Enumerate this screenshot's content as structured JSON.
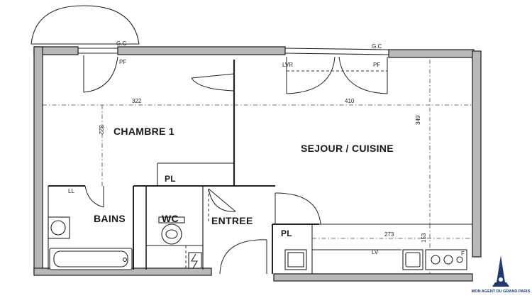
{
  "rooms": {
    "chambre": "CHAMBRE 1",
    "sejour": "SEJOUR / CUISINE",
    "bains": "BAINS",
    "wc": "WC",
    "entree": "ENTREE",
    "pl_top": "PL",
    "pl_bottom": "PL"
  },
  "tags": {
    "gc_left": "G.C",
    "gc_right": "G.C",
    "pf_left": "PF",
    "lvr": "LVR",
    "pf_right": "PF",
    "ll": "LL",
    "lv": "LV",
    "f": "F"
  },
  "dimensions": {
    "chambre_width": "322",
    "chambre_depth": "322",
    "sejour_width": "410",
    "sejour_depth": "349",
    "kitchen_width": "273",
    "kitchen_depth": "153"
  },
  "logo": {
    "name": "MON AGENT DU GRAND PARIS"
  }
}
